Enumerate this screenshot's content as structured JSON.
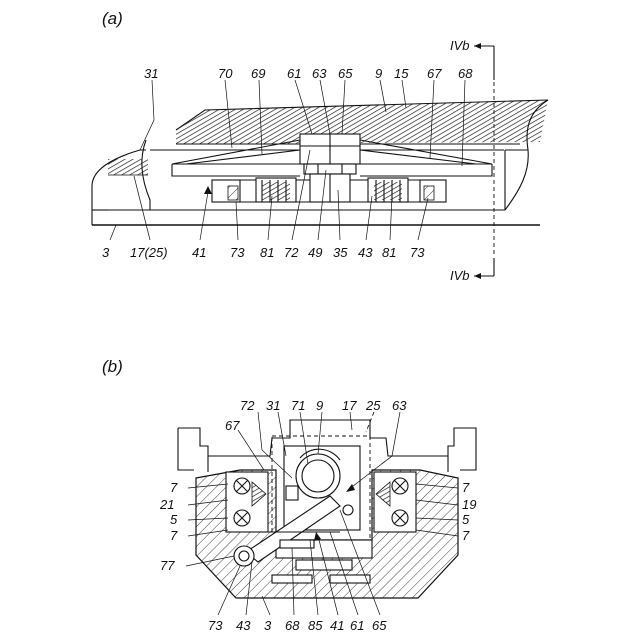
{
  "figure_a": {
    "title": "(a)",
    "section_top": "IVb",
    "section_bottom": "IVb",
    "labels_top": [
      "31",
      "70",
      "69",
      "61",
      "63",
      "65",
      "9",
      "15",
      "67",
      "68"
    ],
    "labels_bottom": [
      "3",
      "17(25)",
      "41",
      "73",
      "81",
      "72",
      "49",
      "35",
      "43",
      "81",
      "73"
    ]
  },
  "figure_b": {
    "title": "(b)",
    "labels_top": [
      "72",
      "31",
      "71",
      "9",
      "17",
      "25",
      "63"
    ],
    "label_67": "67",
    "labels_left": [
      "7",
      "21",
      "5",
      "7"
    ],
    "labels_right": [
      "7",
      "19",
      "5",
      "7"
    ],
    "label_77": "77",
    "labels_bottom": [
      "73",
      "43",
      "3",
      "68",
      "85",
      "41",
      "61",
      "65"
    ]
  }
}
